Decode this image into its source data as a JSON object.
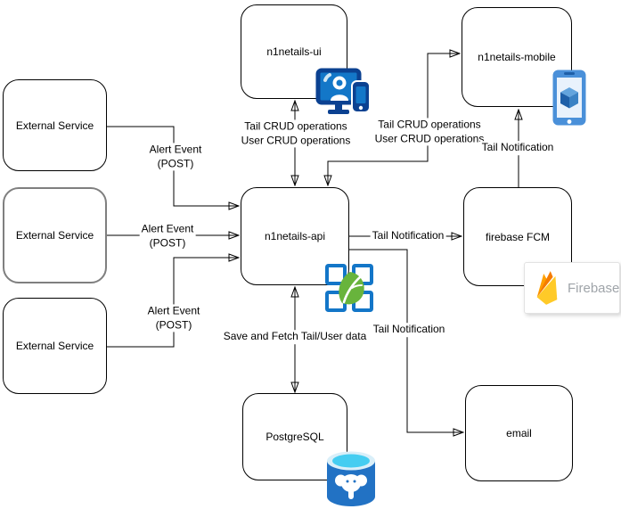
{
  "diagram": {
    "background": "#ffffff",
    "nodes": {
      "ext1": {
        "label": "External Service"
      },
      "ext2": {
        "label": "External Service"
      },
      "ext3": {
        "label": "External Service"
      },
      "ui": {
        "label": "n1netails-ui"
      },
      "mobile": {
        "label": "n1netails-mobile"
      },
      "api": {
        "label": "n1netails-api"
      },
      "fcm": {
        "label": "firebase FCM"
      },
      "email": {
        "label": "email"
      },
      "postgres": {
        "label": "PostgreSQL"
      }
    },
    "edges": {
      "ext1_api": {
        "label": "Alert Event\n(POST)"
      },
      "ext2_api": {
        "label": "Alert Event\n(POST)"
      },
      "ext3_api": {
        "label": "Alert Event\n(POST)"
      },
      "ui_api": {
        "label": "Tail CRUD operations\nUser CRUD operations"
      },
      "api_mobile": {
        "label": "Tail CRUD operations\nUser CRUD operations"
      },
      "api_fcm": {
        "label": "Tail Notification"
      },
      "fcm_mobile": {
        "label": "Tail Notification"
      },
      "api_email": {
        "label": "Tail Notification"
      },
      "api_postgres": {
        "label": "Save and Fetch Tail/User data"
      }
    },
    "badge": {
      "firebase": "Firebase"
    },
    "icons": {
      "ui": "monitor-user-icon",
      "mobile": "smartphone-cube-icon",
      "api": "spring-microservices-icon",
      "postgres": "postgresql-database-icon",
      "fcm": "firebase-logo-icon"
    },
    "colors": {
      "line": "#000000",
      "node_fill": "#ffffff",
      "node_border": "#000000",
      "ext2_border": "#7f7f7f",
      "icon_navy": "#0b4191",
      "icon_blue": "#1377c8",
      "phone_frame_blue": "#4a90d9",
      "phone_screen": "#e9f2fc",
      "cube_dark": "#1e5fa8",
      "cube_mid": "#3b82c4",
      "cube_light": "#63a4dd",
      "spring_green": "#68b43c",
      "spring_grid_blue": "#1376c8",
      "postgres_blue": "#2272c4",
      "postgres_cyan": "#45cdf1",
      "firebase_yellow": "#ffca28",
      "firebase_amber": "#ffa000",
      "firebase_orange": "#f57c00",
      "firebase_text": "#9fa4a9"
    }
  }
}
